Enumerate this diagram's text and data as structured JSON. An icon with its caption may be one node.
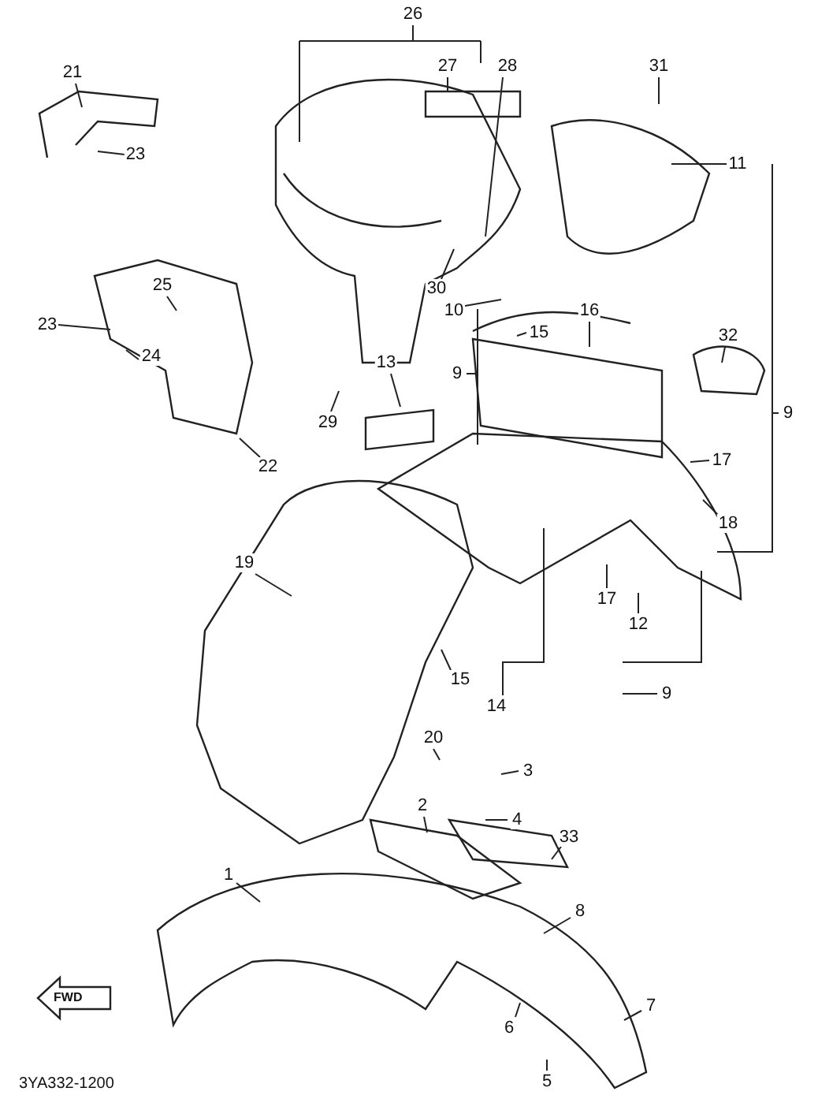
{
  "diagram": {
    "nodes": [
      {
        "text": [
          "26"
        ]
      },
      {
        "text": [
          "27"
        ]
      },
      {
        "text": [
          "28"
        ]
      },
      {
        "text": [
          "21"
        ]
      },
      {
        "text": [
          "23"
        ]
      },
      {
        "text": [
          "31"
        ]
      },
      {
        "text": [
          "11"
        ]
      },
      {
        "text": [
          "30"
        ]
      },
      {
        "text": [
          "10"
        ]
      },
      {
        "text": [
          "16"
        ]
      },
      {
        "text": [
          "15"
        ]
      },
      {
        "text": [
          "32"
        ]
      },
      {
        "text": [
          "9"
        ]
      },
      {
        "text": [
          "25"
        ]
      },
      {
        "text": [
          "23"
        ]
      },
      {
        "text": [
          "24"
        ]
      },
      {
        "text": [
          "13"
        ]
      },
      {
        "text": [
          "9"
        ]
      },
      {
        "text": [
          "29"
        ]
      },
      {
        "text": [
          "22"
        ]
      },
      {
        "text": [
          "17"
        ]
      },
      {
        "text": [
          "18"
        ]
      },
      {
        "text": [
          "19"
        ]
      },
      {
        "text": [
          "17"
        ]
      },
      {
        "text": [
          "12"
        ]
      },
      {
        "text": [
          "9"
        ]
      },
      {
        "text": [
          "15"
        ]
      },
      {
        "text": [
          "14"
        ]
      },
      {
        "text": [
          "20"
        ]
      },
      {
        "text": [
          "3"
        ]
      },
      {
        "text": [
          "2"
        ]
      },
      {
        "text": [
          "4"
        ]
      },
      {
        "text": [
          "33"
        ]
      },
      {
        "text": [
          "1"
        ]
      },
      {
        "text": [
          "8"
        ]
      },
      {
        "text": [
          "7"
        ]
      },
      {
        "text": [
          "6"
        ]
      },
      {
        "text": [
          "5"
        ]
      }
    ],
    "edges": [
      {
        "from": 0,
        "to": null,
        "arrow": "none"
      },
      {
        "from": 1,
        "to": null,
        "arrow": "none"
      },
      {
        "from": 2,
        "to": null,
        "arrow": "none"
      },
      {
        "from": 3,
        "to": null,
        "arrow": "none"
      },
      {
        "from": 4,
        "to": null,
        "arrow": "none"
      },
      {
        "from": 5,
        "to": null,
        "arrow": "none"
      },
      {
        "from": 6,
        "to": null,
        "arrow": "none"
      },
      {
        "from": 7,
        "to": null,
        "arrow": "none"
      },
      {
        "from": 8,
        "to": null,
        "arrow": "none"
      },
      {
        "from": 9,
        "to": null,
        "arrow": "none"
      },
      {
        "from": 10,
        "to": null,
        "arrow": "none"
      },
      {
        "from": 11,
        "to": null,
        "arrow": "none"
      },
      {
        "from": 12,
        "to": null,
        "arrow": "none"
      },
      {
        "from": 13,
        "to": null,
        "arrow": "none"
      },
      {
        "from": 14,
        "to": null,
        "arrow": "none"
      },
      {
        "from": 15,
        "to": null,
        "arrow": "none"
      },
      {
        "from": 16,
        "to": null,
        "arrow": "none"
      },
      {
        "from": 17,
        "to": null,
        "arrow": "none"
      },
      {
        "from": 18,
        "to": null,
        "arrow": "none"
      },
      {
        "from": 19,
        "to": null,
        "arrow": "none"
      },
      {
        "from": 20,
        "to": null,
        "arrow": "none"
      },
      {
        "from": 21,
        "to": null,
        "arrow": "none"
      },
      {
        "from": 22,
        "to": null,
        "arrow": "none"
      },
      {
        "from": 23,
        "to": null,
        "arrow": "none"
      },
      {
        "from": 24,
        "to": null,
        "arrow": "none"
      },
      {
        "from": 25,
        "to": null,
        "arrow": "none"
      },
      {
        "from": 26,
        "to": null,
        "arrow": "none"
      },
      {
        "from": 27,
        "to": null,
        "arrow": "none"
      },
      {
        "from": 28,
        "to": null,
        "arrow": "none"
      },
      {
        "from": 29,
        "to": null,
        "arrow": "none"
      },
      {
        "from": 30,
        "to": null,
        "arrow": "none"
      },
      {
        "from": 31,
        "to": null,
        "arrow": "none"
      },
      {
        "from": 32,
        "to": null,
        "arrow": "none"
      },
      {
        "from": 33,
        "to": null,
        "arrow": "none"
      },
      {
        "from": 34,
        "to": null,
        "arrow": "none"
      },
      {
        "from": 35,
        "to": null,
        "arrow": "none"
      },
      {
        "from": 36,
        "to": null,
        "arrow": "none"
      },
      {
        "from": 37,
        "to": null,
        "arrow": "none"
      }
    ],
    "labels": [
      "FWD",
      "3YA332-1200"
    ]
  }
}
